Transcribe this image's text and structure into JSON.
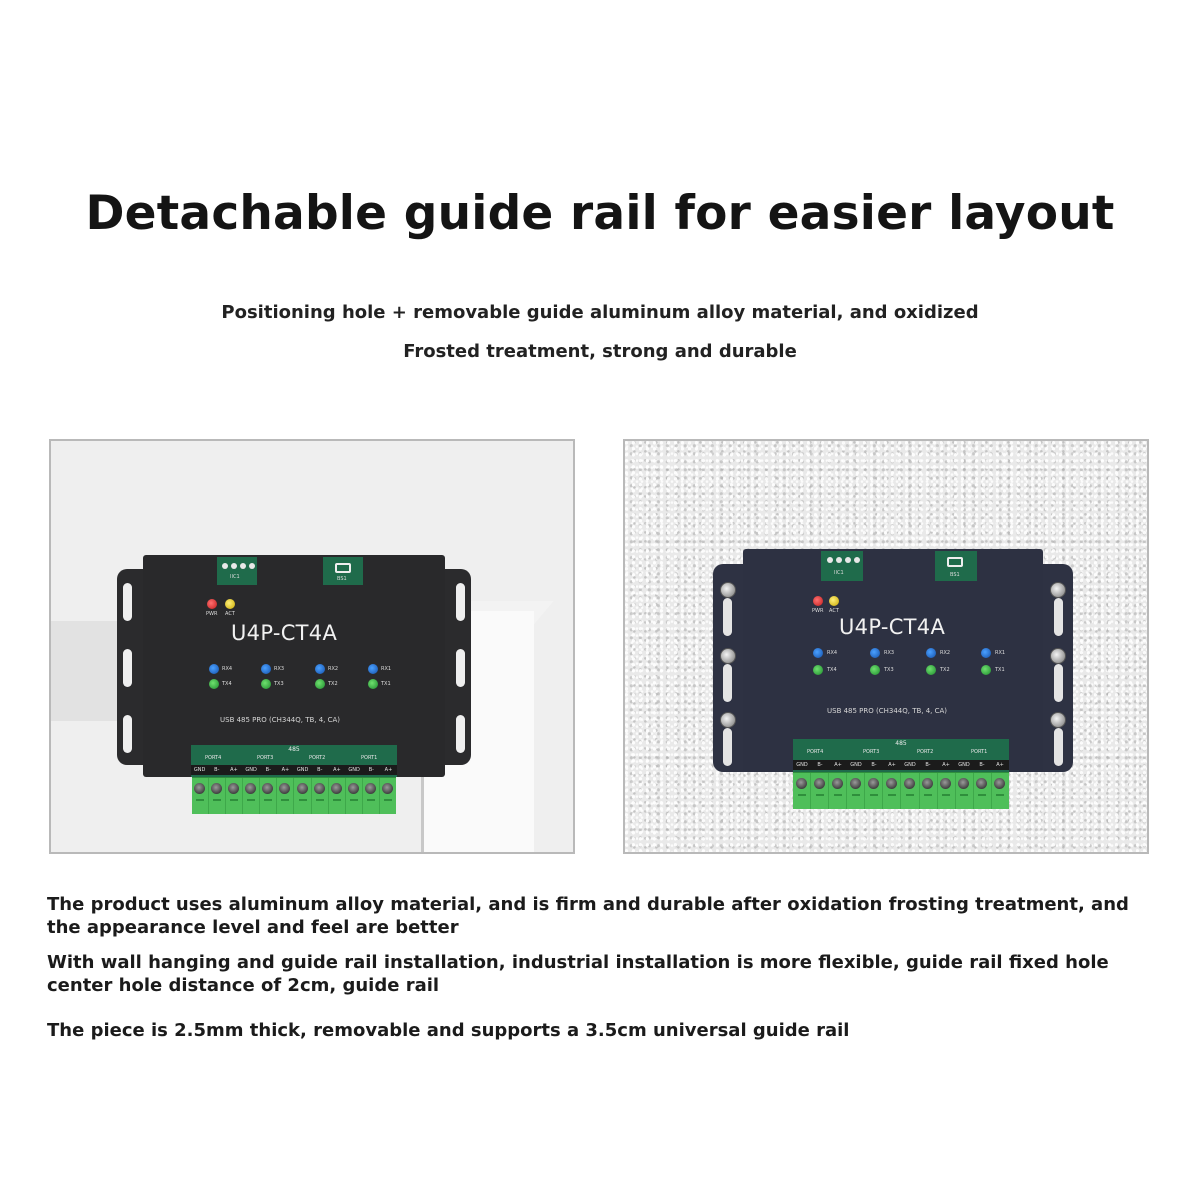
{
  "header": {
    "title": "Detachable guide rail for easier layout",
    "subtitle_line1": "Positioning hole + removable guide aluminum alloy material, and oxidized",
    "subtitle_line2": "Frosted treatment, strong and durable"
  },
  "product": {
    "model": "U4P-CT4A",
    "spec_line": "USB 485 PRO (CH344Q, TB, 4, CA)",
    "header_labels": {
      "io_header": "IIC1",
      "usb_port": "BS1"
    },
    "status_leds": [
      {
        "label": "PWR",
        "color": "red"
      },
      {
        "label": "ACT",
        "color": "yellow"
      }
    ],
    "rx_leds": [
      "RX4",
      "RX3",
      "RX2",
      "RX1"
    ],
    "tx_leds": [
      "TX4",
      "TX3",
      "TX2",
      "TX1"
    ],
    "terminal": {
      "title": "485",
      "ports": [
        "PORT4",
        "PORT3",
        "PORT2",
        "PORT1"
      ],
      "pins": [
        "GND",
        "B-",
        "A+",
        "GND",
        "B-",
        "A+",
        "GND",
        "B-",
        "A+",
        "GND",
        "B-",
        "A+"
      ]
    }
  },
  "photos": [
    {
      "name": "rail-mounted-view",
      "background": "white shelf / guide rail"
    },
    {
      "name": "wall-mounted-view",
      "background": "textured wall"
    }
  ],
  "colors": {
    "left_housing": "#29292b",
    "right_housing": "#2d3142",
    "pcb_green": "#1f6b4b",
    "terminal_green": "#4fbf5a",
    "frame_border": "#b9b9b9"
  },
  "description": {
    "p1": "The product uses aluminum alloy material, and is firm and durable after oxidation frosting treatment, and the appearance level and feel are better",
    "p2": "With wall hanging and guide rail installation, industrial installation is more flexible, guide rail fixed hole center hole distance of 2cm, guide rail",
    "p3": "The piece is 2.5mm thick, removable and supports a 3.5cm universal guide rail"
  }
}
